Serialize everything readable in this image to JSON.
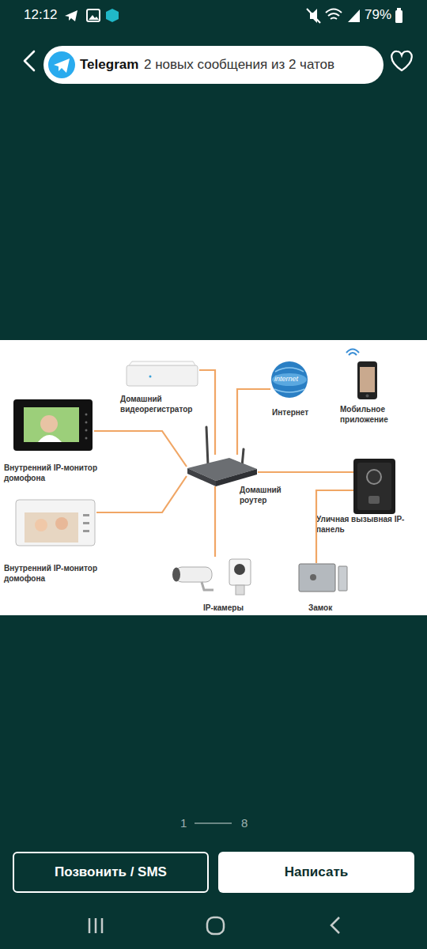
{
  "diagram": {
    "nodes": [
      {
        "text": [
          "Telegram",
          "2 новых сообщения из 2 чатов"
        ]
      },
      {
        "text": [
          "Домашний видеорегистратор"
        ]
      },
      {
        "text": [
          "Интернет"
        ]
      },
      {
        "text": [
          "Мобильное приложение"
        ]
      },
      {
        "text": [
          "Внутренний IP-монитор домофона"
        ]
      },
      {
        "text": [
          "Домашний роутер"
        ]
      },
      {
        "text": [
          "Уличная вызывная IP-панель"
        ]
      },
      {
        "text": [
          "Внутренний IP-монитор домофона"
        ]
      },
      {
        "text": [
          "IP-камеры"
        ]
      },
      {
        "text": [
          "Замок"
        ]
      },
      {
        "text": [
          "Позвонить / SMS"
        ]
      },
      {
        "text": [
          "Написать"
        ]
      }
    ],
    "edges": [
      {
        "from": 5,
        "to": 1,
        "arrow": "none"
      },
      {
        "from": 5,
        "to": 2,
        "arrow": "none"
      },
      {
        "from": 5,
        "to": 4,
        "arrow": "none"
      },
      {
        "from": 5,
        "to": 7,
        "arrow": "none"
      },
      {
        "from": 5,
        "to": 6,
        "arrow": "none"
      },
      {
        "from": 5,
        "to": 8,
        "arrow": "none"
      },
      {
        "from": 6,
        "to": 9,
        "arrow": "none"
      }
    ],
    "labels": [
      "12:12",
      "79%",
      "internet",
      "1",
      "8"
    ]
  }
}
